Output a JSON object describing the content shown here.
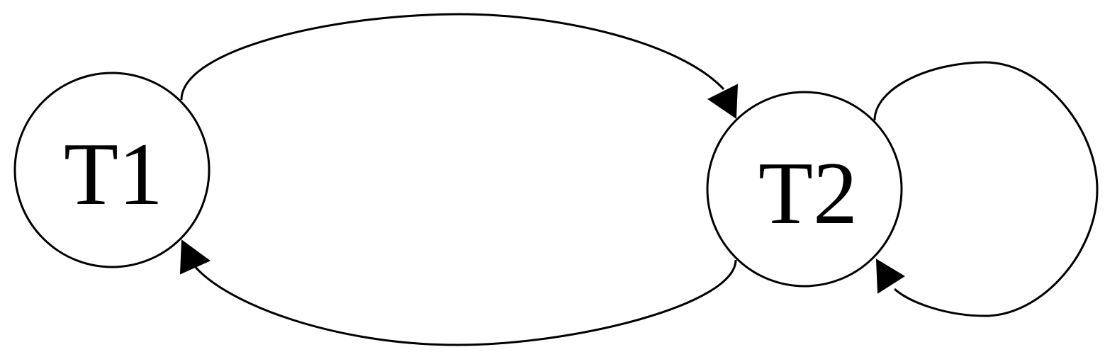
{
  "diagram": {
    "type": "state-transition-graph",
    "nodes": [
      {
        "id": "T1",
        "label": "T1"
      },
      {
        "id": "T2",
        "label": "T2"
      }
    ],
    "edges": [
      {
        "from": "T1",
        "to": "T2"
      },
      {
        "from": "T2",
        "to": "T1"
      },
      {
        "from": "T2",
        "to": "T2"
      }
    ]
  }
}
